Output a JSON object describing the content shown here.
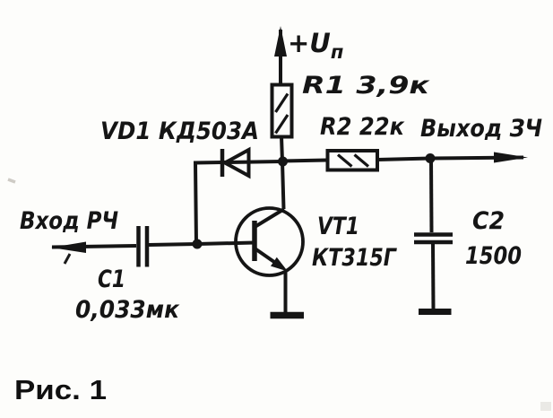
{
  "figure": {
    "caption": "Рис. 1",
    "ink_color": "#151515",
    "paper_color": "#fdfdfb"
  },
  "labels": {
    "supply_main": "+U",
    "supply_sub": "п",
    "r1": "R1 3,9к",
    "vd1": "VD1 КД503А",
    "r2": "R2 22к",
    "output": "Выход ЗЧ",
    "input": "Вход РЧ",
    "vt1_ref": "VT1",
    "vt1_type": "КТ315Г",
    "c1_ref": "C1",
    "c1_value": "0,033мк",
    "c2_ref": "C2",
    "c2_value": "1500"
  },
  "components": [
    {
      "ref": "R1",
      "value": "3,9к",
      "kind": "resistor"
    },
    {
      "ref": "R2",
      "value": "22к",
      "kind": "resistor"
    },
    {
      "ref": "C1",
      "value": "0,033мк",
      "kind": "capacitor"
    },
    {
      "ref": "C2",
      "value": "1500",
      "kind": "capacitor"
    },
    {
      "ref": "VD1",
      "value": "КД503А",
      "kind": "diode"
    },
    {
      "ref": "VT1",
      "value": "КТ315Г",
      "kind": "npn-transistor"
    }
  ]
}
